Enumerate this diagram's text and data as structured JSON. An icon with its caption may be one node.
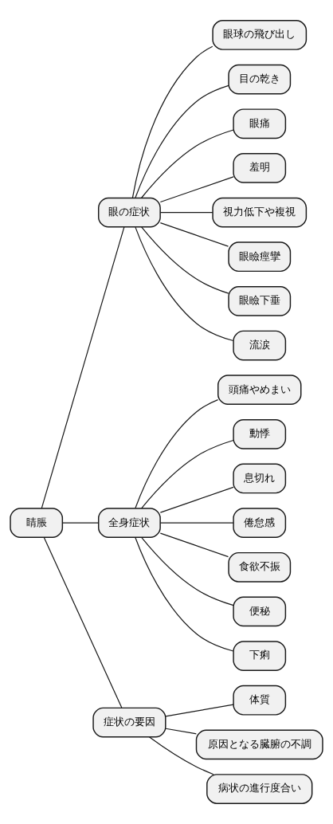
{
  "diagram": {
    "nodes": [
      {
        "text": [
          "睛脹"
        ]
      },
      {
        "text": [
          "眼の症状"
        ]
      },
      {
        "text": [
          "眼球の飛び出し"
        ]
      },
      {
        "text": [
          "目の乾き"
        ]
      },
      {
        "text": [
          "眼痛"
        ]
      },
      {
        "text": [
          "羞明"
        ]
      },
      {
        "text": [
          "視力低下や複視"
        ]
      },
      {
        "text": [
          "眼瞼痙攣"
        ]
      },
      {
        "text": [
          "眼瞼下垂"
        ]
      },
      {
        "text": [
          "流涙"
        ]
      },
      {
        "text": [
          "全身症状"
        ]
      },
      {
        "text": [
          "頭痛やめまい"
        ]
      },
      {
        "text": [
          "動悸"
        ]
      },
      {
        "text": [
          "息切れ"
        ]
      },
      {
        "text": [
          "倦怠感"
        ]
      },
      {
        "text": [
          "食欲不振"
        ]
      },
      {
        "text": [
          "便秘"
        ]
      },
      {
        "text": [
          "下痢"
        ]
      },
      {
        "text": [
          "症状の要因"
        ]
      },
      {
        "text": [
          "体質"
        ]
      },
      {
        "text": [
          "原因となる臓腑の不調"
        ]
      },
      {
        "text": [
          "病状の進行度合い"
        ]
      }
    ],
    "edges": [
      {
        "from": 0,
        "to": 1,
        "arrow": "none"
      },
      {
        "from": 1,
        "to": 2,
        "arrow": "none"
      },
      {
        "from": 1,
        "to": 3,
        "arrow": "none"
      },
      {
        "from": 1,
        "to": 4,
        "arrow": "none"
      },
      {
        "from": 1,
        "to": 5,
        "arrow": "none"
      },
      {
        "from": 1,
        "to": 6,
        "arrow": "none"
      },
      {
        "from": 1,
        "to": 7,
        "arrow": "none"
      },
      {
        "from": 1,
        "to": 8,
        "arrow": "none"
      },
      {
        "from": 1,
        "to": 9,
        "arrow": "none"
      },
      {
        "from": 0,
        "to": 10,
        "arrow": "none"
      },
      {
        "from": 10,
        "to": 11,
        "arrow": "none"
      },
      {
        "from": 10,
        "to": 12,
        "arrow": "none"
      },
      {
        "from": 10,
        "to": 13,
        "arrow": "none"
      },
      {
        "from": 10,
        "to": 14,
        "arrow": "none"
      },
      {
        "from": 10,
        "to": 15,
        "arrow": "none"
      },
      {
        "from": 10,
        "to": 16,
        "arrow": "none"
      },
      {
        "from": 10,
        "to": 17,
        "arrow": "none"
      },
      {
        "from": 0,
        "to": 18,
        "arrow": "none"
      },
      {
        "from": 18,
        "to": 19,
        "arrow": "none"
      },
      {
        "from": 18,
        "to": 20,
        "arrow": "none"
      },
      {
        "from": 18,
        "to": 21,
        "arrow": "none"
      }
    ]
  }
}
